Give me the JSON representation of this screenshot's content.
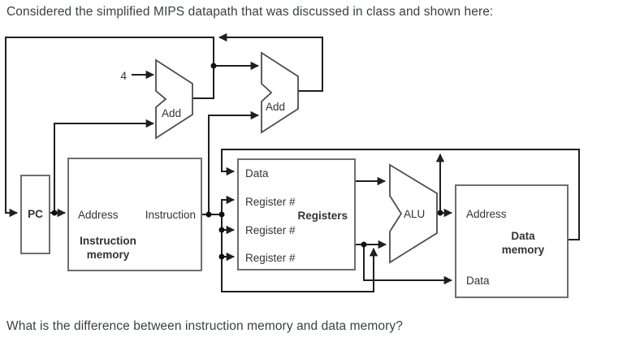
{
  "title": "Considered the simplified MIPS datapath that was discussed in class and shown here:",
  "question": "What is the difference between instruction memory and data memory?",
  "colors": {
    "background": "#ffffff",
    "wire": "#1f1f1f",
    "box_border": "#6e6e6e",
    "shape_border": "#4d4d4d",
    "text": "#3a3f44",
    "diagram_label": "#333333"
  },
  "diagram": {
    "pc": {
      "label": "PC"
    },
    "instruction_memory": {
      "address_label": "Address",
      "output_label": "Instruction",
      "name": "Instruction\nmemory"
    },
    "registers": {
      "data_label": "Data",
      "reg1_label": "Register #",
      "reg2_label": "Register #",
      "reg3_label": "Register #",
      "name": "Registers"
    },
    "data_memory": {
      "address_label": "Address",
      "name": "Data\nmemory",
      "data_label": "Data"
    },
    "adder1": {
      "label": "Add"
    },
    "adder2": {
      "label": "Add"
    },
    "alu": {
      "label": "ALU"
    },
    "constant_four": "4"
  }
}
